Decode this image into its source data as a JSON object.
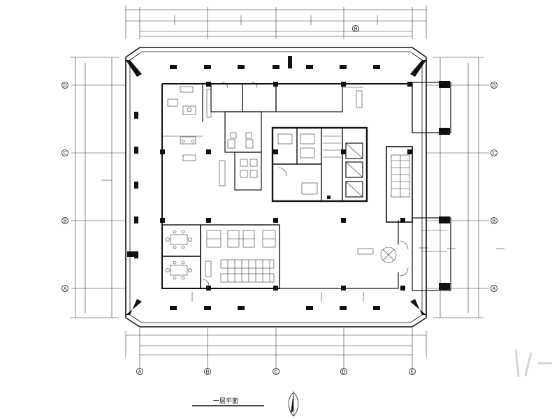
{
  "drawing": {
    "title": "一层平面",
    "axes_horizontal": [
      "A",
      "B",
      "C",
      "D",
      "E"
    ],
    "axes_vertical": [
      "D",
      "C",
      "B",
      "A"
    ],
    "axes_vertical_right": [
      "D",
      "C",
      "B",
      "A"
    ],
    "top_marker": "B"
  }
}
